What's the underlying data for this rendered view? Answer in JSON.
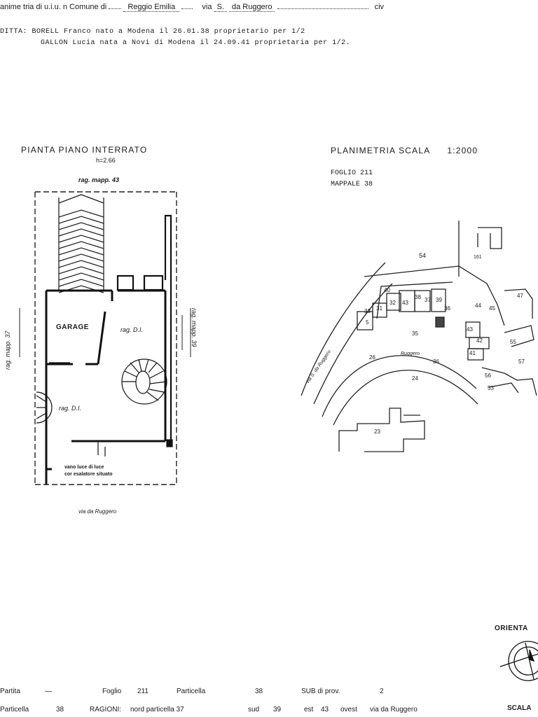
{
  "header": {
    "line1_prefix": "anime tria di u.i.u.  n Comune di",
    "comune": "Reggio Emilia",
    "via_label": "via",
    "via_value_a": "S.",
    "via_value_b": "da Ruggero",
    "civ": "civ"
  },
  "ditta": {
    "label": "DITTA:",
    "line1": "BORELL  Franco  nato  a  Modena  il  26.01.38  proprietario  per  1/2",
    "line2": "GALLON  Lucia  nata  a  Novi  di  Modena  il  24.09.41  proprietaria  per  1/2."
  },
  "floor_plan": {
    "title": "PIANTA  PIANO  INTERRATO",
    "height": "h=2.66",
    "top_label": "rag. mapp. 43",
    "garage": "GARAGE",
    "room1": "rag. D.I.",
    "room2": "rag. D.I.",
    "left_side": "rag. mapp. 37",
    "right_side": "rag. mapp. 39",
    "note_line1": "vano luce di luce",
    "note_line2": "cor esalatore situato",
    "bottom_label": "via da Ruggero"
  },
  "site_plan": {
    "title": "PLANIMETRIA  SCALA",
    "scale": "1:2000",
    "foglio": "FOGLIO   211",
    "mappale": "MAPPALE  38",
    "parcels": [
      "54",
      "161",
      "40",
      "31",
      "32",
      "43",
      "38",
      "37",
      "39",
      "36",
      "5",
      "33",
      "35",
      "44",
      "45",
      "47",
      "43",
      "42",
      "41",
      "55",
      "26",
      "Ruggero",
      "24",
      "56",
      "57",
      "53",
      "23",
      "36"
    ],
    "street_left": "via S. da Ruggero"
  },
  "orientation": {
    "label": "ORIENTA",
    "scale_label": "SCALA"
  },
  "footer": {
    "partita_label": "Partita",
    "partita_value": "—",
    "foglio_label": "Foglio",
    "foglio_value": "211",
    "particella_label": "Particella",
    "particella_value": "38",
    "sub_label": "SUB di prov.",
    "sub_value": "2",
    "row2_label": "Particella",
    "row2_value": "38",
    "ragioni_label": "RAGIONI:",
    "ragioni_text": "nord particella  37",
    "sud_label": "sud",
    "sud_value": "39",
    "est_label": "est",
    "est_value": "43",
    "ovest_label": "ovest",
    "ovest_value": "via da Ruggero"
  }
}
